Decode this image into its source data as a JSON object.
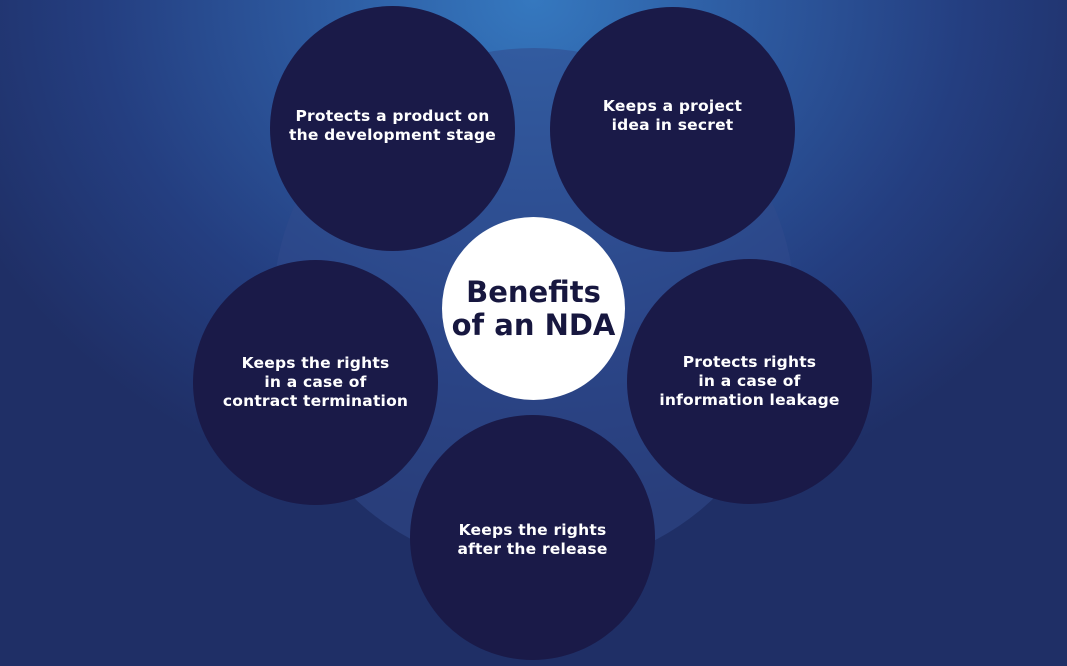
{
  "title": "Benefits\nof an NDA",
  "colors": {
    "node_fill": "#1a1a48",
    "center_fill": "#ffffff",
    "center_text": "#17173f",
    "background_top": "#3578bf",
    "background_bottom": "#1f2f66"
  },
  "benefits": [
    {
      "label": "Protects a product on\nthe development stage"
    },
    {
      "label": "Keeps a project\nidea in secret"
    },
    {
      "label": "Keeps the rights\nin a case of\ncontract termination"
    },
    {
      "label": "Protects rights\nin a case of\ninformation leakage"
    },
    {
      "label": "Keeps the rights\nafter the release"
    }
  ]
}
